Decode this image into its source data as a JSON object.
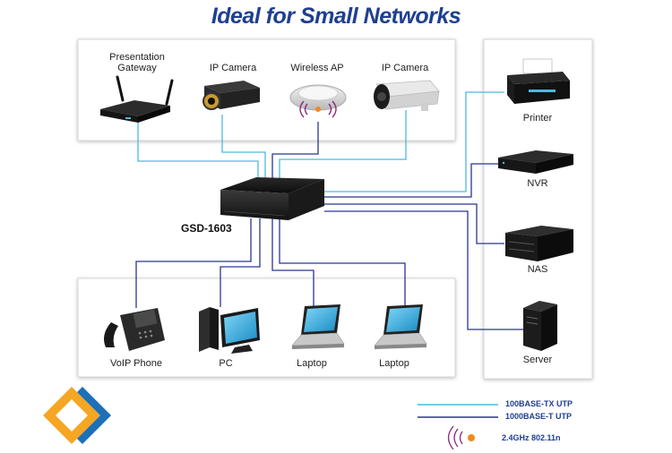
{
  "title": "Ideal for Small Networks",
  "switch": {
    "model": "GSD-1603"
  },
  "top_devices": [
    {
      "label": "Presentation Gateway",
      "icon": "presentation-gateway-icon"
    },
    {
      "label": "IP Camera",
      "icon": "box-camera-icon"
    },
    {
      "label": "Wireless AP",
      "icon": "wireless-ap-icon"
    },
    {
      "label": "IP Camera",
      "icon": "bullet-camera-icon"
    }
  ],
  "bottom_devices": [
    {
      "label": "VoIP Phone",
      "icon": "voip-phone-icon"
    },
    {
      "label": "PC",
      "icon": "pc-icon"
    },
    {
      "label": "Laptop",
      "icon": "laptop-icon"
    },
    {
      "label": "Laptop",
      "icon": "laptop-icon"
    }
  ],
  "right_devices": [
    {
      "label": "Printer",
      "icon": "printer-icon"
    },
    {
      "label": "NVR",
      "icon": "nvr-icon"
    },
    {
      "label": "NAS",
      "icon": "nas-icon"
    },
    {
      "label": "Server",
      "icon": "server-icon"
    }
  ],
  "legend": {
    "fast_ethernet": "100BASE-TX UTP",
    "gigabit": "1000BASE-T UTP",
    "wireless": "2.4GHz 802.11n"
  },
  "colors": {
    "fast_ethernet_line": "#4db8e0",
    "gigabit_line": "#2a3590",
    "title": "#1f3f8f",
    "logo_orange": "#f5a623",
    "logo_blue": "#1d6fb8"
  }
}
